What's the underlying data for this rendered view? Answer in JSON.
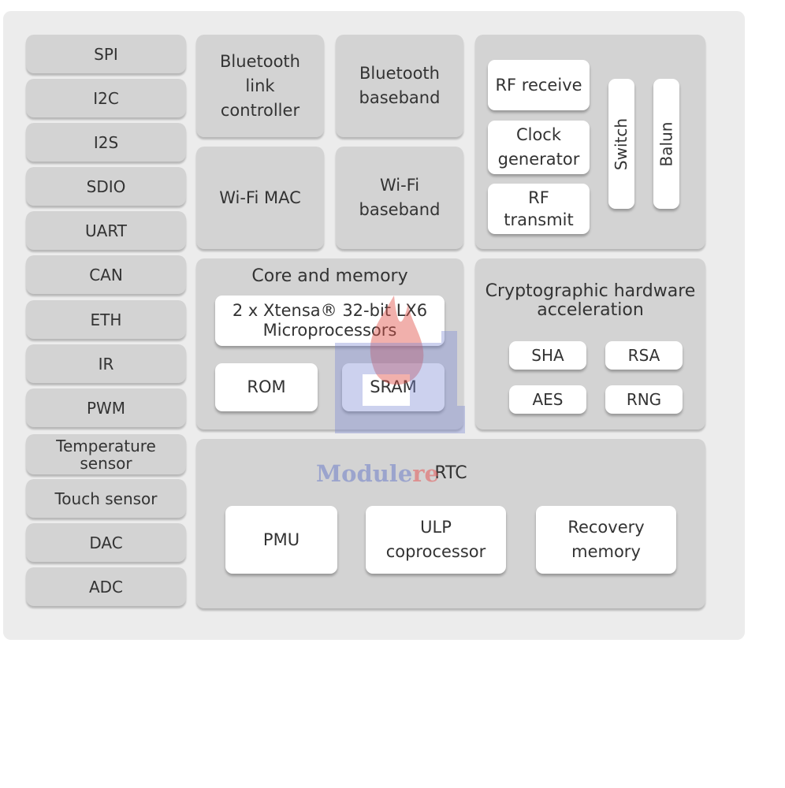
{
  "interfaces": [
    "SPI",
    "I2C",
    "I2S",
    "SDIO",
    "UART",
    "CAN",
    "ETH",
    "IR",
    "PWM",
    "Temperature\nsensor",
    "Touch sensor",
    "DAC",
    "ADC"
  ],
  "bluetooth": {
    "link_controller": "Bluetooth\nlink\ncontroller",
    "baseband": "Bluetooth\nbaseband"
  },
  "wifi": {
    "mac": "Wi-Fi MAC",
    "baseband": "Wi-Fi\nbaseband"
  },
  "rf": {
    "receive": "RF receive",
    "clock": "Clock\ngenerator",
    "transmit": "RF\ntransmit",
    "switch": "Switch",
    "balun": "Balun"
  },
  "core": {
    "title": "Core and memory",
    "cpu": "2 x Xtensa® 32-bit LX6\nMicroprocessors",
    "rom": "ROM",
    "sram": "SRAM"
  },
  "crypto": {
    "title": "Cryptographic hardware\nacceleration",
    "items": [
      "SHA",
      "RSA",
      "AES",
      "RNG"
    ]
  },
  "rtc": {
    "title": "RTC",
    "pmu": "PMU",
    "ulp": "ULP\ncoprocessor",
    "recovery": "Recovery\nmemory"
  },
  "watermark": {
    "text_main": "Module",
    "text_tail": "re"
  }
}
